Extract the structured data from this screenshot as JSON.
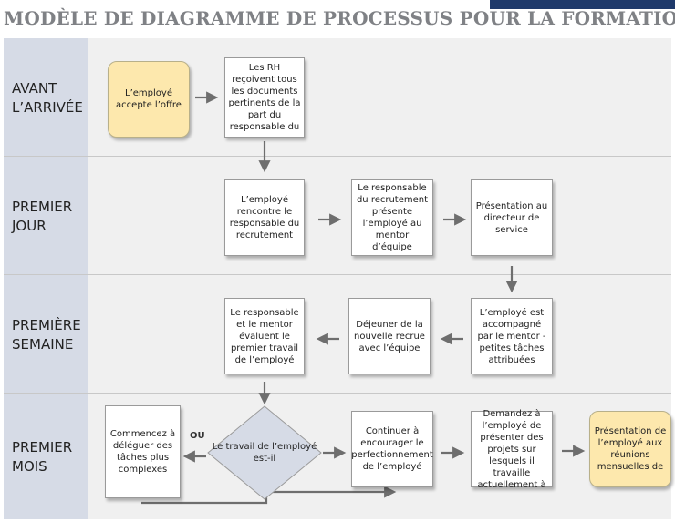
{
  "title": "MODÈLE DE DIAGRAMME DE PROCESSUS POUR LA FORMATION DES NOUVEAUX",
  "lanes": [
    {
      "label": "AVANT\nL’ARRIVÉE"
    },
    {
      "label": "PREMIER\nJOUR"
    },
    {
      "label": "PREMIÈRE\nSEMAINE"
    },
    {
      "label": "PREMIER\nMOIS"
    }
  ],
  "steps": {
    "offer": "L’employé accepte l’offre",
    "hr_docs": "Les RH reçoivent tous les documents pertinents de la part du responsable du",
    "meet_recruiter": "L’employé rencontre le responsable du recrutement",
    "present_mentor": "Le responsable du recrutement présente l’employé au mentor d’équipe",
    "present_director": "Présentation au directeur de service",
    "accompanied": "L’employé est accompagné par le mentor - petites tâches attribuées",
    "lunch": "Déjeuner de la nouvelle recrue avec l’équipe",
    "evaluate": "Le responsable et le mentor évaluent le premier travail de l’employé",
    "decision": "Le travail de l’employé est-il",
    "delegate": "Commencez à déléguer des tâches plus complexes",
    "encourage": "Continuer à encourager le perfectionnement de l’employé",
    "ask_projects": "Demandez à l’employé de présenter des projets sur lesquels il travaille actuellement à",
    "monthly": "Présentation de l’employé aux réunions mensuelles de"
  },
  "or_label": "OU",
  "colors": {
    "lane_header": "#d6dbe6",
    "lane_body": "#f0f0f0",
    "highlight_box": "#fde8ad",
    "arrow": "#6e6e6e",
    "title": "#7f8185",
    "top_bar": "#1f3a6b"
  }
}
